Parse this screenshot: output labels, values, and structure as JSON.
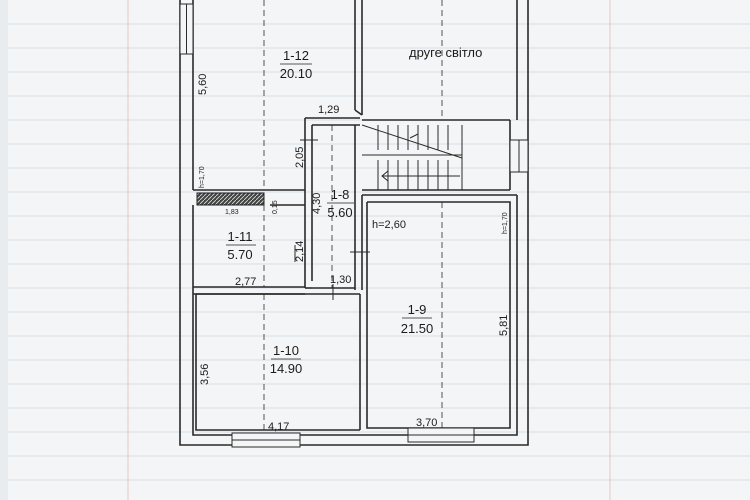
{
  "rooms": {
    "r12": {
      "number": "1-12",
      "area": "20.10"
    },
    "r11": {
      "number": "1-11",
      "area": "5.70"
    },
    "r8": {
      "number": "1-8",
      "area": "5.60"
    },
    "r10": {
      "number": "1-10",
      "area": "14.90"
    },
    "r9": {
      "number": "1-9",
      "area": "21.50"
    }
  },
  "labels": {
    "second_light": "друге світло",
    "ceiling_height": "h=2,60",
    "window_height_left": "h=1,70",
    "window_height_right": "h=1,70"
  },
  "dimensions": {
    "d_560": "5,60",
    "d_129": "1,29",
    "d_205": "2,05",
    "d_430": "4,30",
    "d_183": "1,83",
    "d_015": "0,15",
    "d_214": "2,14",
    "d_277": "2,77",
    "d_130": "1,30",
    "d_356": "3,56",
    "d_417": "4,17",
    "d_581": "5,81",
    "d_370": "3,70"
  },
  "colors": {
    "paper": "#f4f5f6",
    "background": "#e9ecef",
    "line": "#2a2a2a",
    "grid": "#c9d3e0"
  }
}
